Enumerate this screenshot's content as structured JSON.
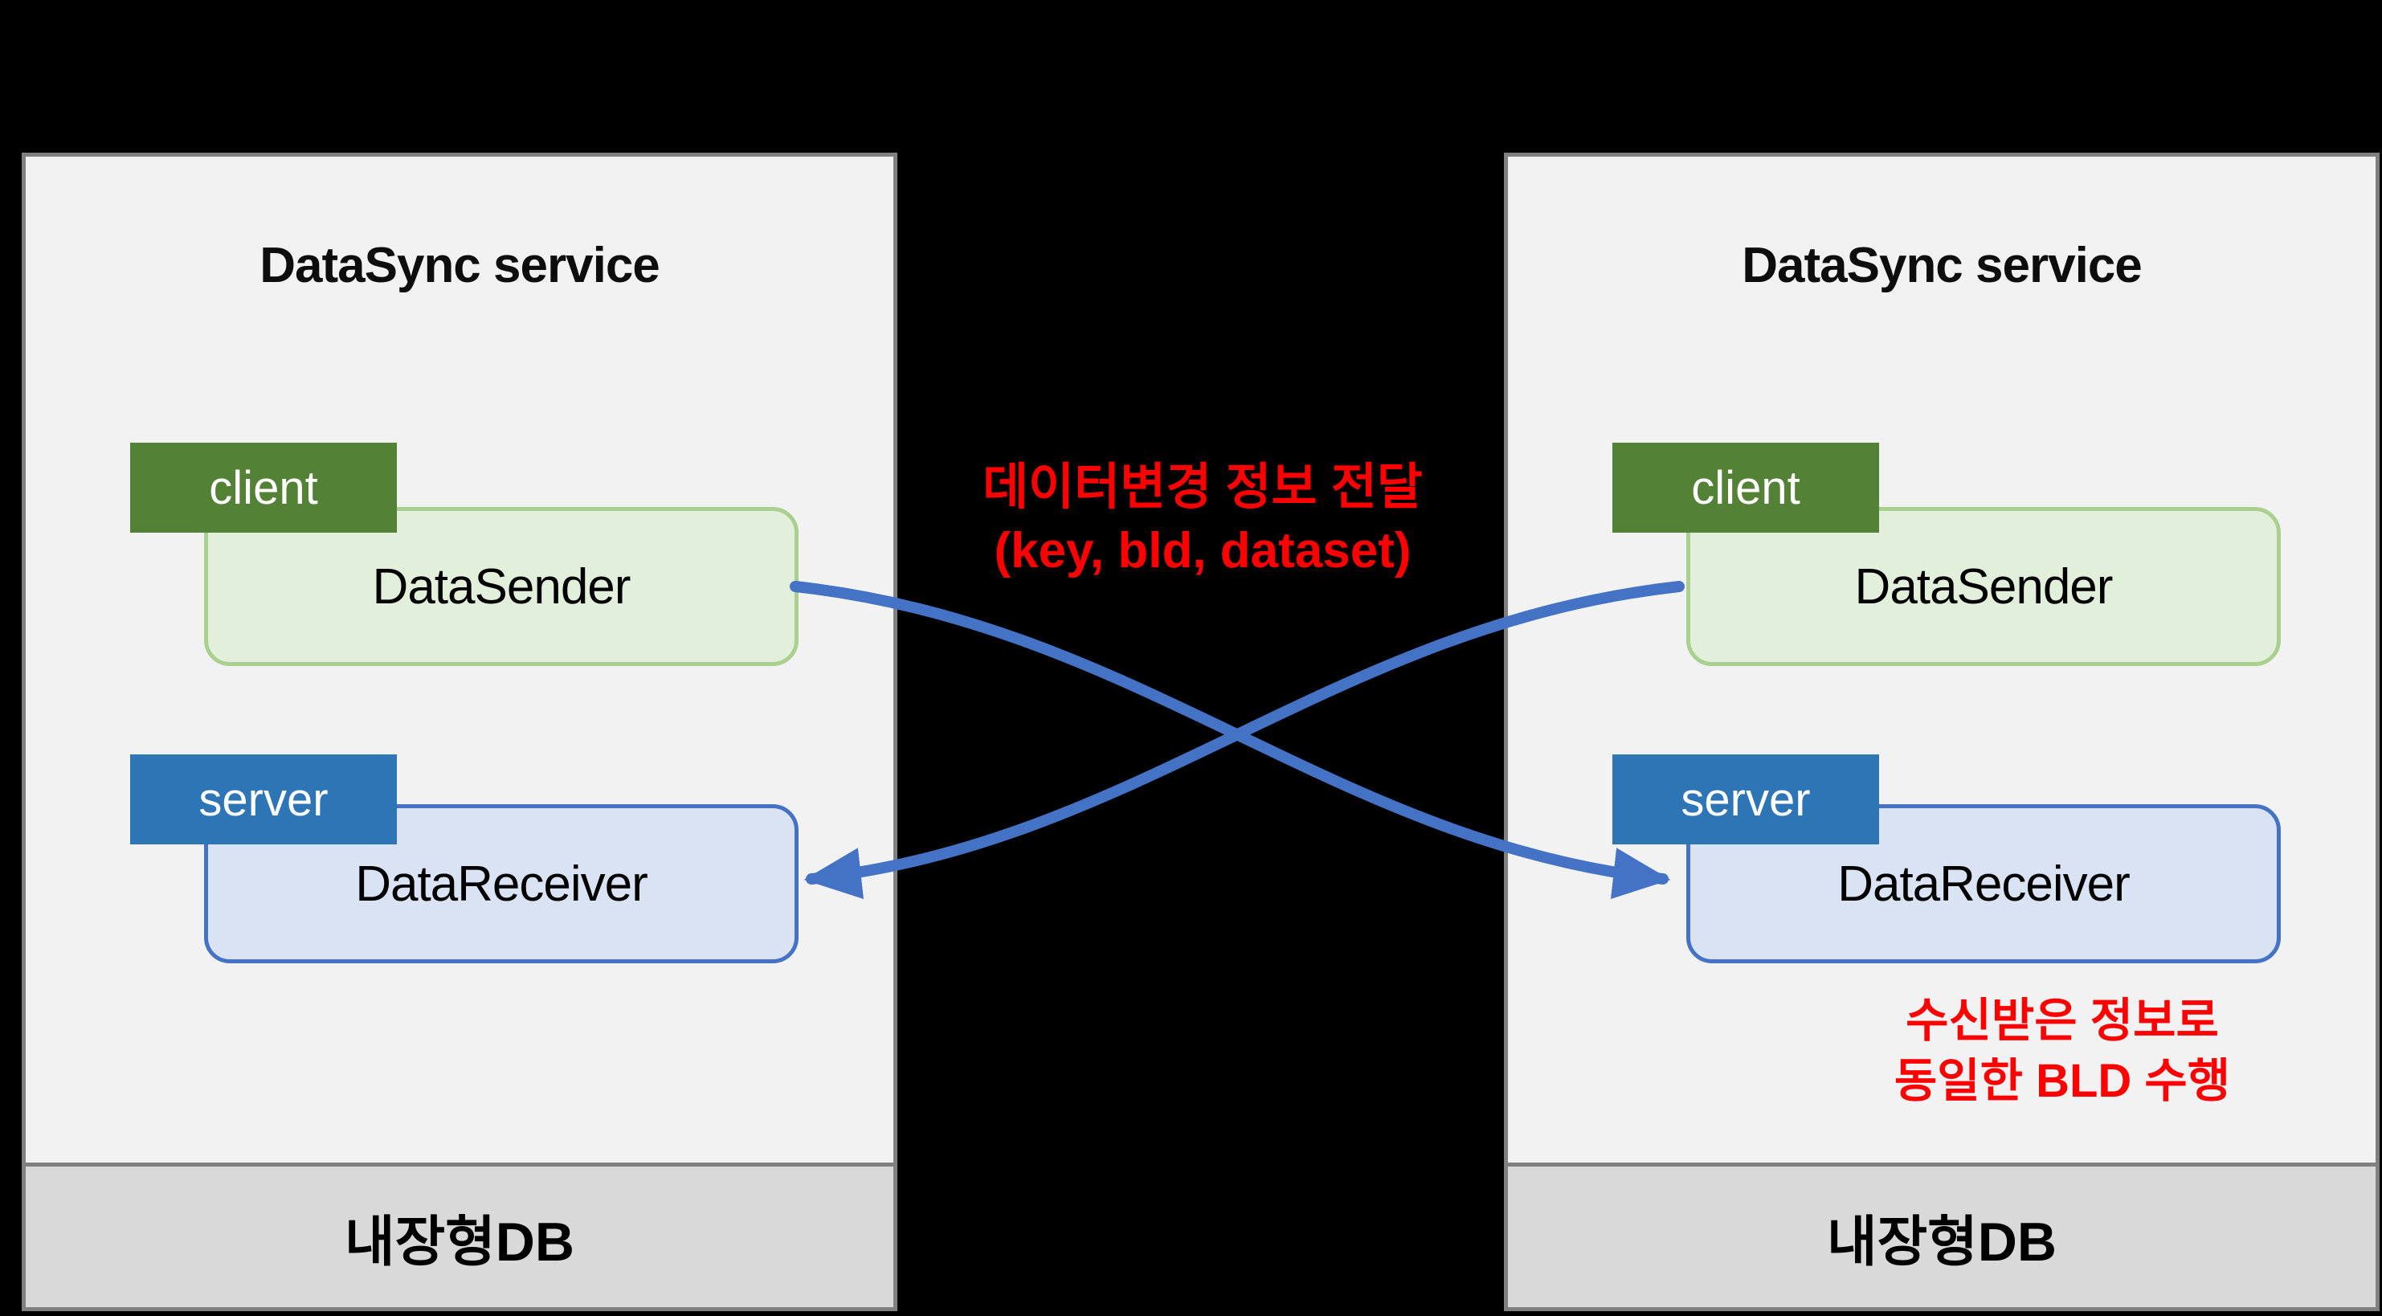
{
  "panels": [
    {
      "title": "DataSync service",
      "client_tag": "client",
      "sender": "DataSender",
      "server_tag": "server",
      "receiver": "DataReceiver",
      "db": "내장형DB"
    },
    {
      "title": "DataSync service",
      "client_tag": "client",
      "sender": "DataSender",
      "server_tag": "server",
      "receiver": "DataReceiver",
      "db": "내장형DB"
    }
  ],
  "center_annotation": {
    "line1": "데이터변경 정보 전달",
    "line2": "(key, bld, dataset)"
  },
  "right_annotation": {
    "line1": "수신받은 정보로",
    "line2": "동일한 BLD 수행"
  },
  "colors": {
    "background": "#000000",
    "panel_bg": "#f2f2f2",
    "panel_border": "#808080",
    "db_bar_bg": "#d9d9d9",
    "client_tag_bg": "#538135",
    "server_tag_bg": "#2e75b6",
    "sender_fill": "#e2efda",
    "sender_border": "#a9d08e",
    "receiver_fill": "#dae3f3",
    "receiver_border": "#4472c4",
    "arrow": "#4472c4",
    "annotation_text": "#ff0000"
  }
}
